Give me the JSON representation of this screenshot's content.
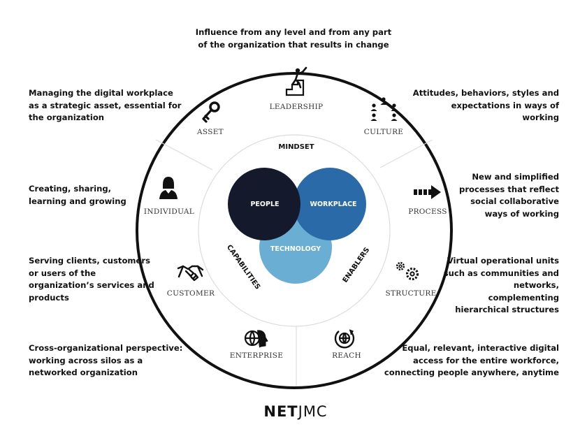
{
  "descriptions": {
    "leadership": [
      "Influence from any level and from any part",
      "of the organization that results in change"
    ],
    "asset": [
      "Managing the digital workplace",
      "as a strategic asset, essential for",
      "the organization"
    ],
    "culture": [
      "Attitudes, behaviors, styles and",
      "expectations in ways of",
      "working"
    ],
    "individual": [
      "Creating, sharing,",
      "learning and growing"
    ],
    "process": [
      "New and simplified",
      "processes that reflect",
      "social collaborative",
      "ways of working"
    ],
    "customer": [
      "Serving clients, customers",
      "or users of the",
      "organization’s services and",
      "products"
    ],
    "structure": [
      "Virtual operational units",
      "such as communities and",
      "networks,",
      "complementing",
      "hierarchical structures"
    ],
    "enterprise": [
      "Cross-organizational perspective:",
      "working across silos as a",
      "networked organization"
    ],
    "reach": [
      "Equal, relevant, interactive digital",
      "access for the entire workforce,",
      "connecting people anywhere, anytime"
    ]
  },
  "segments": {
    "leadership": "LEADERSHIP",
    "asset": "ASSET",
    "culture": "CULTURE",
    "individual": "INDIVIDUAL",
    "process": "PROCESS",
    "customer": "CUSTOMER",
    "structure": "STRUCTURE",
    "enterprise": "ENTERPRISE",
    "reach": "REACH"
  },
  "inner": {
    "mindset": "MINDSET",
    "capabilities": "CAPABILITIES",
    "enablers": "ENABLERS"
  },
  "venn": {
    "people": "PEOPLE",
    "workplace": "WORKPLACE",
    "technology": "TECHNOLOGY"
  },
  "brand": {
    "bold": "NET",
    "light": "JMC"
  },
  "colors": {
    "people": "#141a2b",
    "workplace": "#2b6aa8",
    "technology": "#6aaed3",
    "ring": "#111111",
    "divider": "#dddddd"
  },
  "icons": {
    "leadership": "stairs-person-icon",
    "asset": "key-icon",
    "culture": "people-group-icon",
    "individual": "person-icon",
    "process": "arrow-icon",
    "customer": "handshake-icon",
    "structure": "gears-icon",
    "enterprise": "globe-head-icon",
    "reach": "globe-refresh-icon"
  }
}
